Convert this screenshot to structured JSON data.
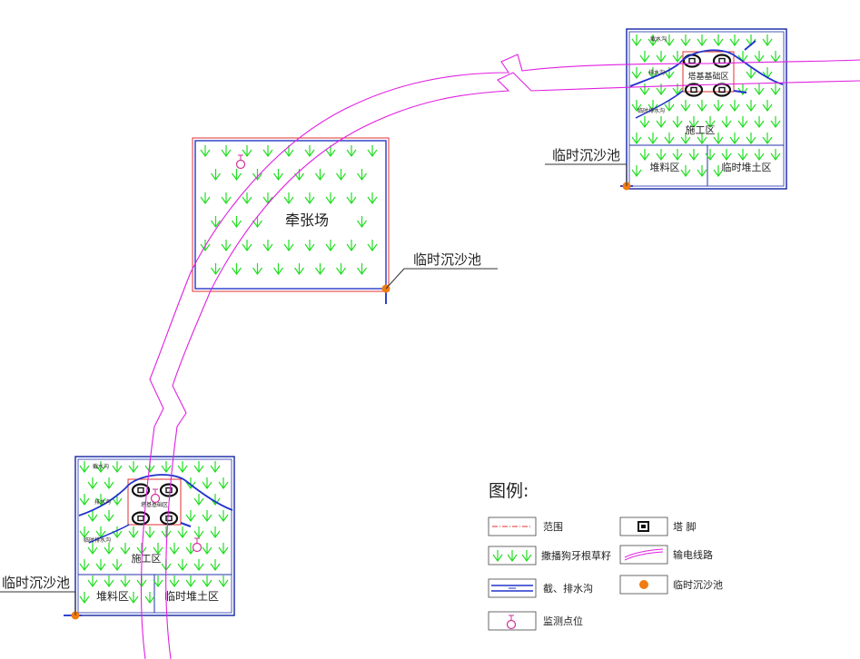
{
  "colors": {
    "power_line": "#e020e0",
    "boundary": "#e23030",
    "grass": "#22dd22",
    "ditch": "#2233cc",
    "pond": "#f07c10",
    "monitor": "#d0309a",
    "text": "#222222"
  },
  "icons": {
    "grass": "grass-seed-icon",
    "tower_foot": "tower-foot-icon",
    "monitor": "monitoring-point-icon",
    "pond": "sediment-pond-icon"
  },
  "tension_field": {
    "label": "牵张场",
    "pond_label": "临时沉沙池"
  },
  "tower_site_top": {
    "tower_base_label": "塔基基础区",
    "construction_label": "施工区",
    "stockpile_label": "堆料区",
    "soil_label": "临时堆土区",
    "pond_label": "临时沉沙池",
    "intercept_label": "截水沟",
    "temp_drain_label": "临时排水沟",
    "drain_label": "排水沟"
  },
  "tower_site_bottom": {
    "tower_base_label": "塔基基础区",
    "construction_label": "施工区",
    "stockpile_label": "堆料区",
    "soil_label": "临时堆土区",
    "pond_label": "临时沉沙池",
    "intercept_label": "截水沟",
    "temp_drain_label": "临时排水沟",
    "drain_label": "排水沟"
  },
  "legend": {
    "title": "图例:",
    "items": [
      {
        "key": "range",
        "label": "范围"
      },
      {
        "key": "grass",
        "label": "撒播狗牙根草籽"
      },
      {
        "key": "ditch",
        "label": "截、排水沟"
      },
      {
        "key": "monitor",
        "label": "监测点位"
      },
      {
        "key": "tower_foot",
        "label": "塔 脚"
      },
      {
        "key": "power_line",
        "label": "输电线路"
      },
      {
        "key": "pond",
        "label": "临时沉沙池"
      }
    ]
  }
}
